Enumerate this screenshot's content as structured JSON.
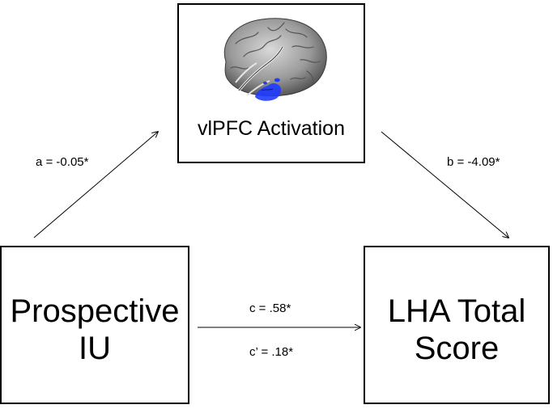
{
  "nodes": {
    "mediator": {
      "label": "vlPFC Activation"
    },
    "predictor": {
      "line1": "Prospective",
      "line2": "IU"
    },
    "outcome": {
      "line1": "LHA Total",
      "line2": "Score"
    }
  },
  "paths": {
    "a": "a = -0.05*",
    "b": "b = -4.09*",
    "c": "c = .58*",
    "c_prime": "c’ = .18*"
  },
  "colors": {
    "activation": "#1f3bff",
    "brain": "#8c8c8c"
  }
}
